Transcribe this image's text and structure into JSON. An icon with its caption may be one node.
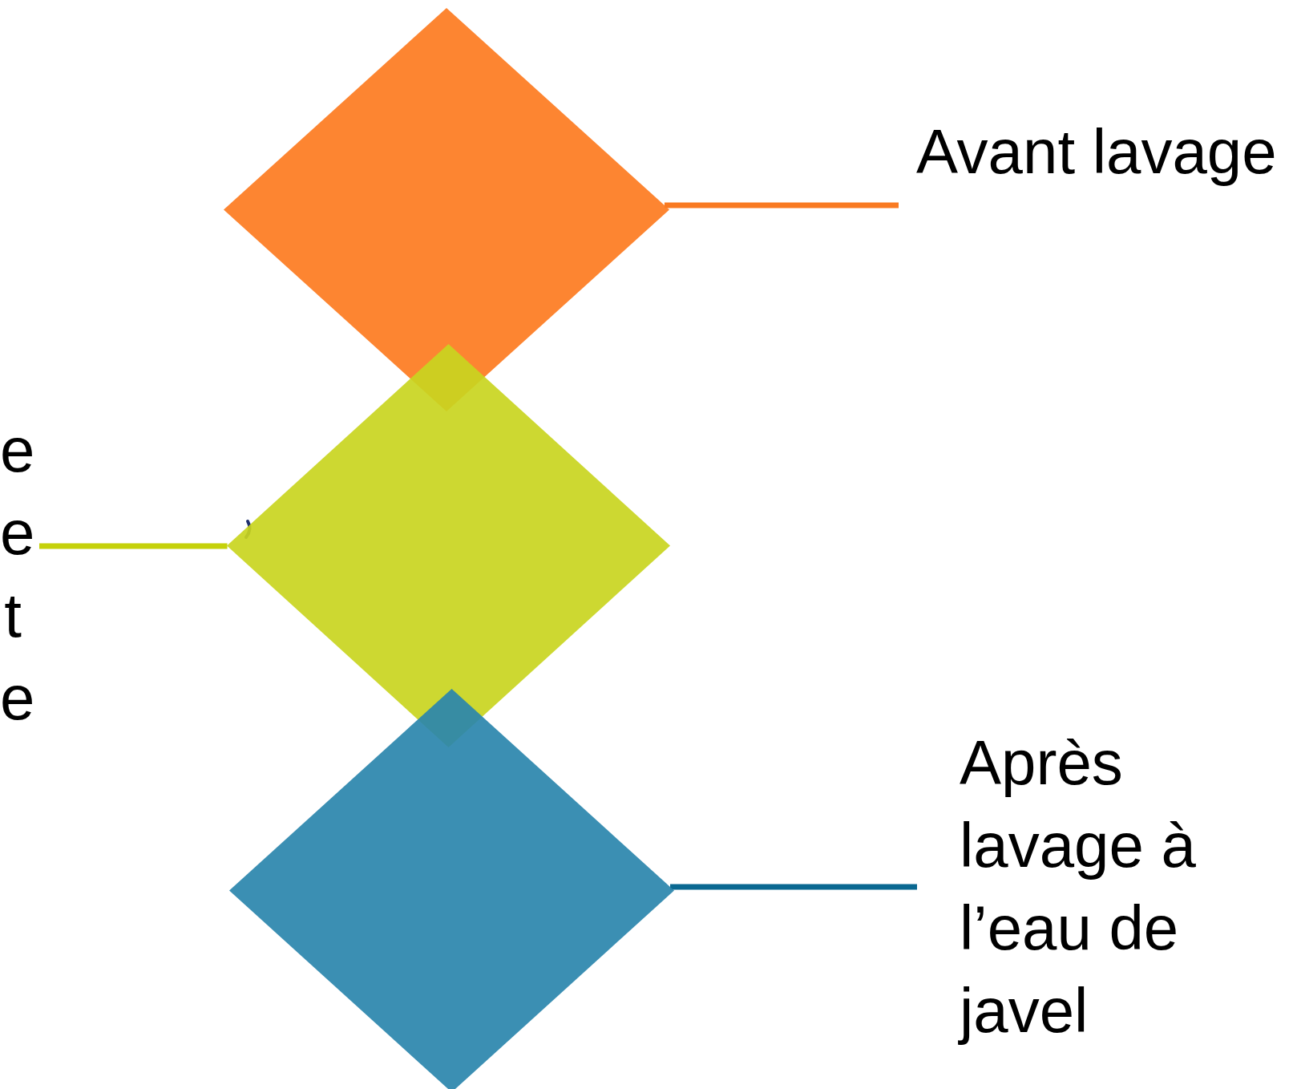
{
  "diagram": {
    "nodes": [
      {
        "text": [],
        "shape": "diamond"
      },
      {
        "text": [
          "Avant lavage"
        ]
      },
      {
        "text": [],
        "shape": "diamond"
      },
      {
        "text": [
          "e e t e"
        ]
      },
      {
        "text": [],
        "shape": "diamond"
      },
      {
        "text": [
          "Après lavage à l’eau de javel"
        ]
      }
    ],
    "edges": [
      {
        "from": 1,
        "to": 0,
        "arrow": "none",
        "color": "#f97a21"
      },
      {
        "from": 3,
        "to": 2,
        "arrow": "none",
        "color": "#c5d10a"
      },
      {
        "from": 5,
        "to": 4,
        "arrow": "none",
        "color": "#0a6891"
      }
    ]
  }
}
